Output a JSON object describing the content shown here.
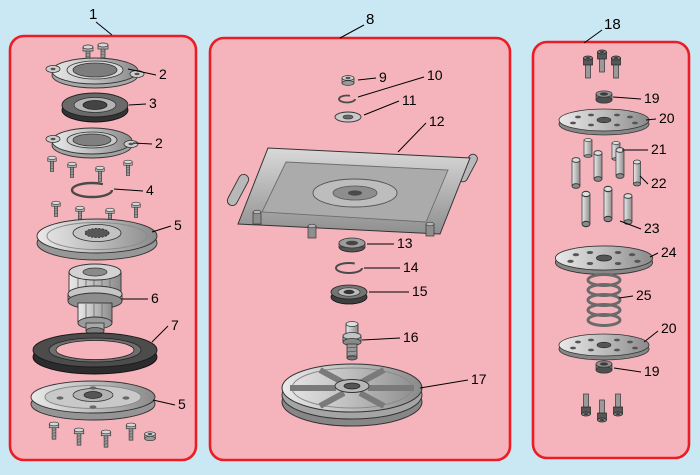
{
  "colors": {
    "background": "#c9e8f3",
    "panel_fill": "#f5b4bb",
    "panel_border": "#ed1c24",
    "callout_color": "#000000"
  },
  "callouts": {
    "p1": "1",
    "p8": "8",
    "p18": "18",
    "l2a": "2",
    "l3": "3",
    "l2b": "2",
    "l4": "4",
    "l5a": "5",
    "l6": "6",
    "l7": "7",
    "l5b": "5",
    "m9": "9",
    "m10": "10",
    "m11": "11",
    "m12": "12",
    "m13": "13",
    "m14": "14",
    "m15": "15",
    "m16": "16",
    "m17": "17",
    "r19a": "19",
    "r20a": "20",
    "r21": "21",
    "r22": "22",
    "r23": "23",
    "r24": "24",
    "r25": "25",
    "r20b": "20",
    "r19b": "19"
  }
}
